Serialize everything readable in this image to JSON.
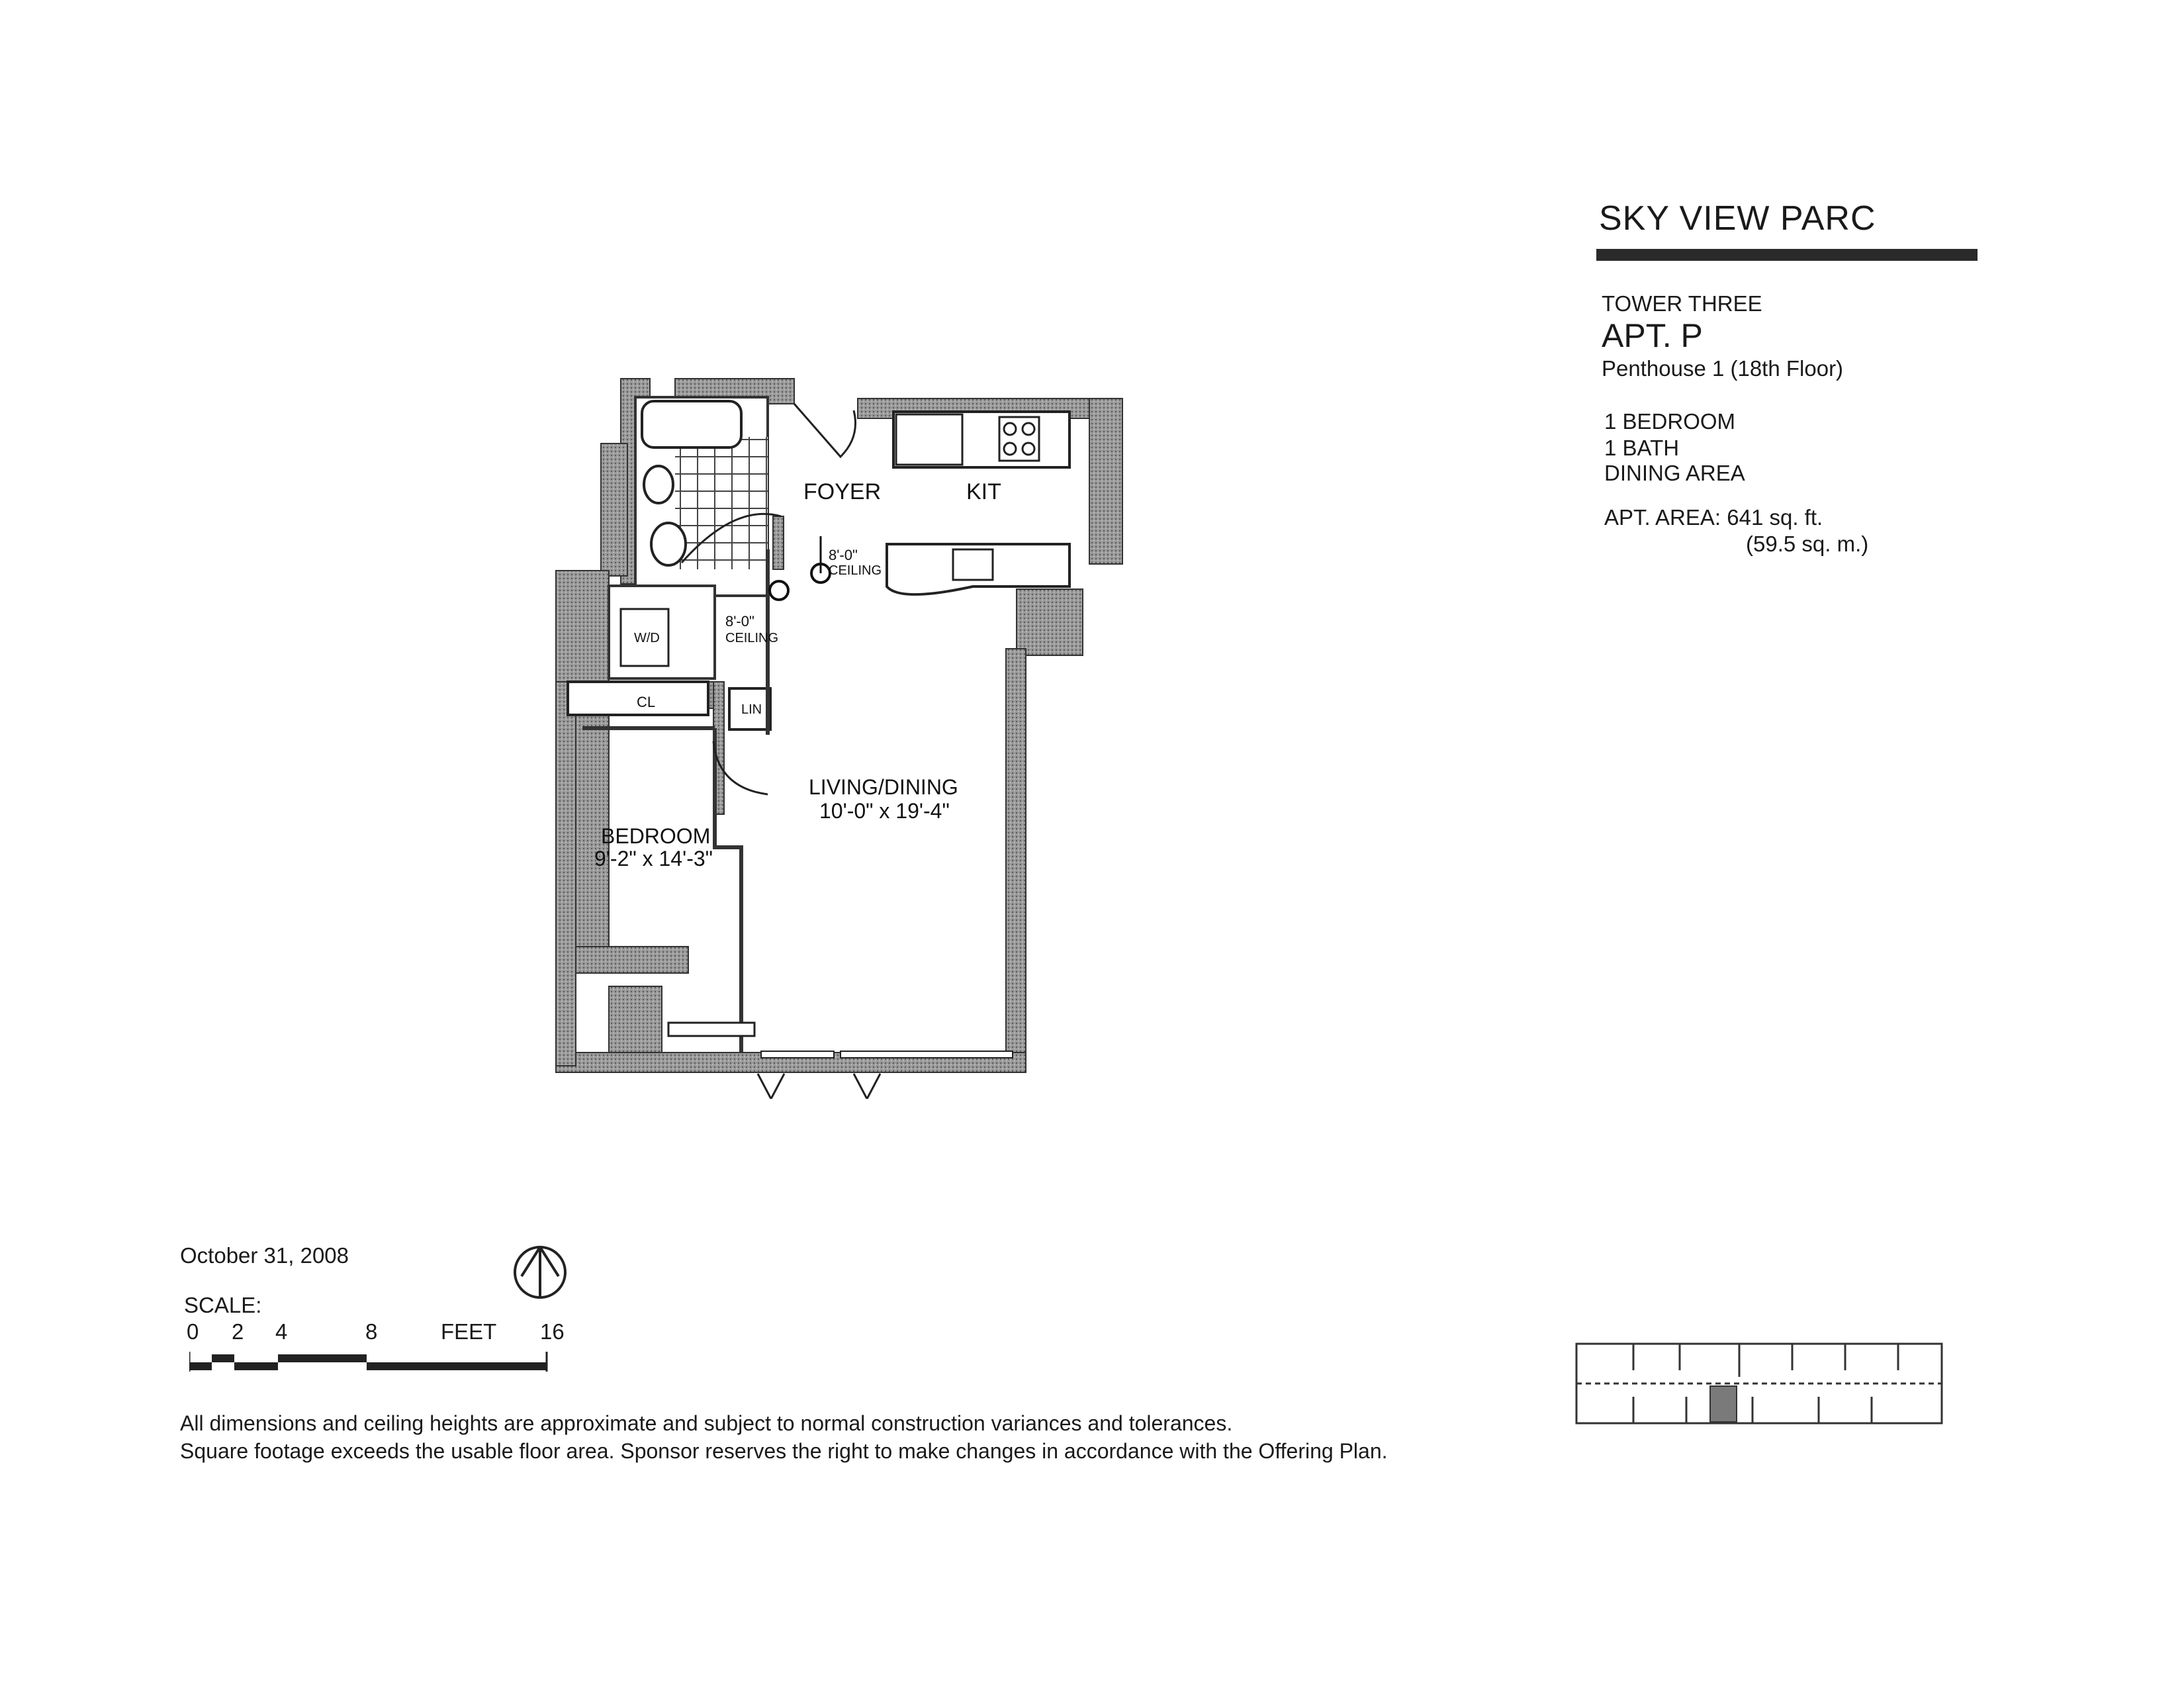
{
  "building": {
    "name": "SKY VIEW PARC"
  },
  "unit": {
    "tower": "TOWER THREE",
    "apartment": "APT. P",
    "floor": "Penthouse 1 (18th Floor)",
    "specs": [
      "1 BEDROOM",
      "1 BATH",
      "DINING AREA"
    ],
    "area_label": "APT. AREA: 641 sq. ft.",
    "area_metric": "(59.5 sq. m.)"
  },
  "plan": {
    "foyer": "FOYER",
    "kitchen": "KIT",
    "ceiling_height_1": "8'-0\"",
    "ceiling_label_1": "CEILING",
    "ceiling_height_2": "8'-0\"",
    "ceiling_label_2": "CEILING",
    "washer_dryer": "W/D",
    "closet": "CL",
    "linen": "LIN",
    "living_name": "LIVING/DINING",
    "living_size": "10'-0\" x 19'-4\"",
    "bedroom_name": "BEDROOM",
    "bedroom_size": "9'-2\" x 14'-3\""
  },
  "footer": {
    "date": "October 31, 2008",
    "scale_label": "SCALE:",
    "scale_ticks": [
      "0",
      "2",
      "4",
      "8",
      "FEET",
      "16"
    ],
    "note_line1": "All dimensions and ceiling heights are approximate and subject to normal construction variances and tolerances.",
    "note_line2": "Square footage exceeds the usable floor area. Sponsor reserves the right to make changes in accordance with the Offering Plan."
  },
  "icons": {
    "north_arrow": "north-arrow-icon",
    "key_plan": "floor-key-plan"
  },
  "colors": {
    "wall": "#8a8a8a",
    "ink": "#1a1a1a",
    "highlight": "#7a7a7a"
  }
}
